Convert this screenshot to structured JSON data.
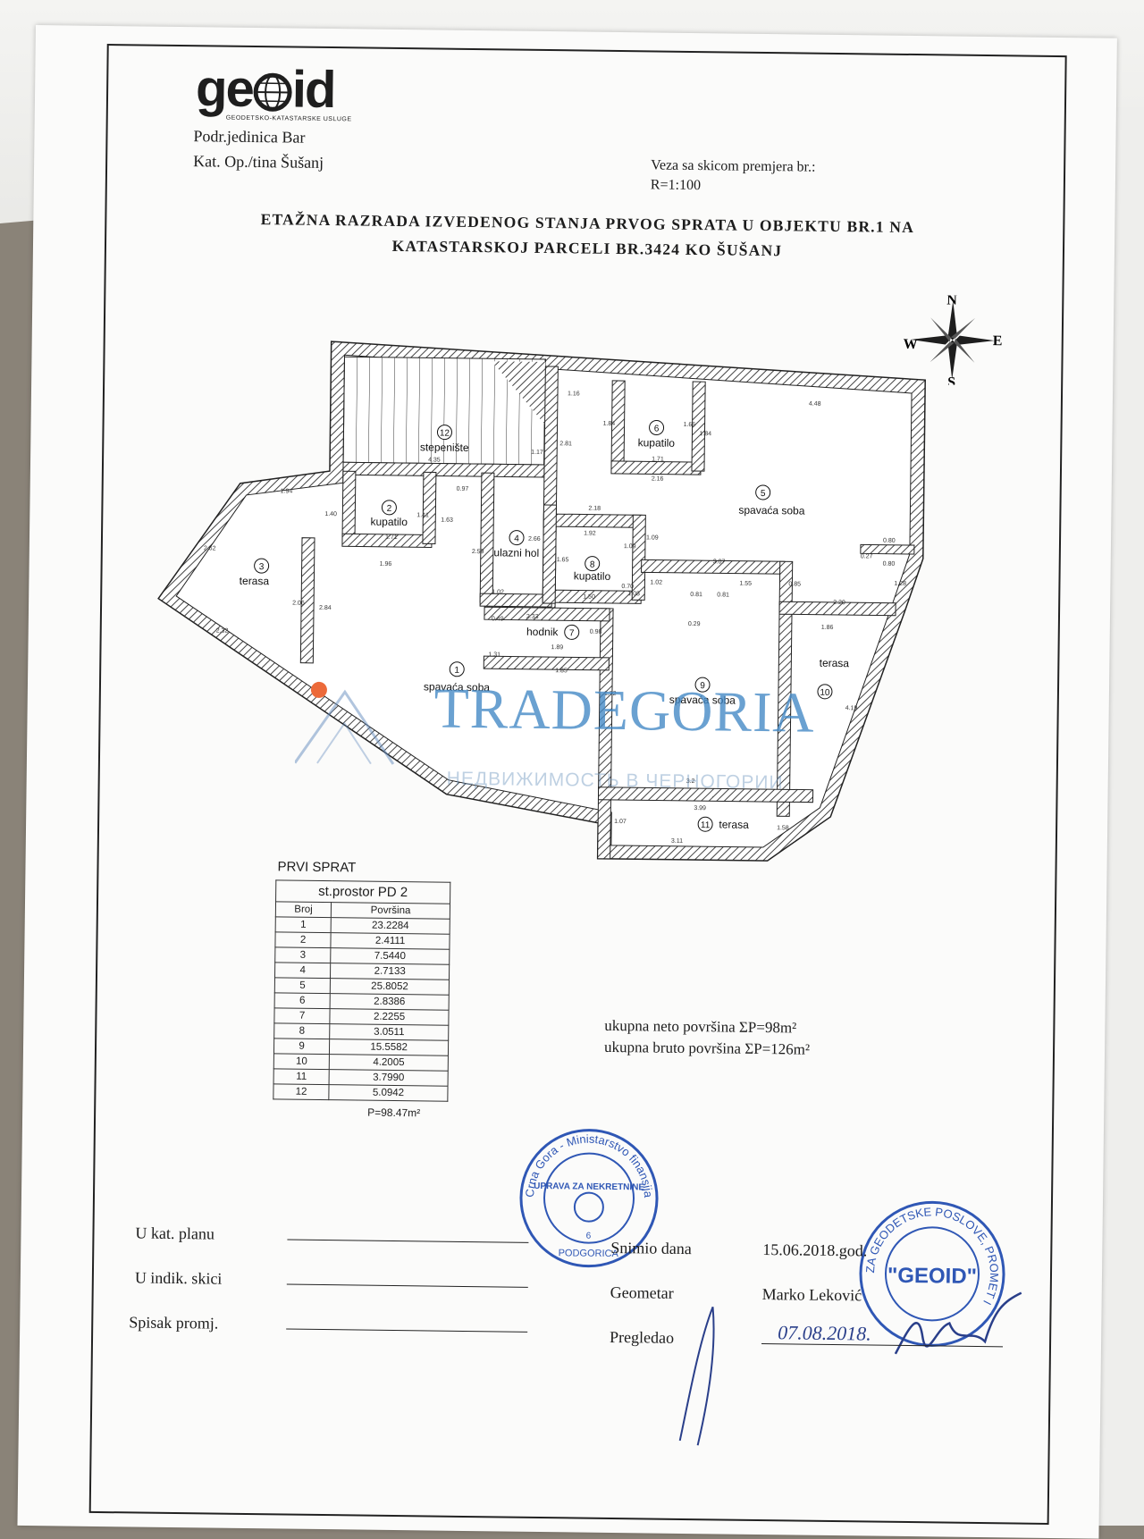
{
  "logo": {
    "word_left": "ge",
    "word_right": "id",
    "tagline": "GEODETSKO-KATASTARSKE USLUGE"
  },
  "header": {
    "unit": "Podr.jedinica Bar",
    "municipality": "Kat. Op./tina Šušanj",
    "sketch_ref": "Veza sa skicom premjera br.:",
    "scale": "R=1:100"
  },
  "title": {
    "line1": "ETAŽNA RAZRADA IZVEDENOG STANJA PRVOG SPRATA U OBJEKTU BR.1 NA",
    "line2": "KATASTARSKOJ PARCELI BR.3424 KO ŠUŠANJ"
  },
  "compass": {
    "n": "N",
    "s": "S",
    "e": "E",
    "w": "W"
  },
  "rooms": [
    {
      "num": "1",
      "name": "spavaća soba"
    },
    {
      "num": "2",
      "name": "kupatilo"
    },
    {
      "num": "3",
      "name": "terasa"
    },
    {
      "num": "4",
      "name": "ulazni hol"
    },
    {
      "num": "5",
      "name": "spavaća soba"
    },
    {
      "num": "6",
      "name": "kupatilo"
    },
    {
      "num": "7",
      "name": "hodnik"
    },
    {
      "num": "8",
      "name": "kupatilo"
    },
    {
      "num": "9",
      "name": "spavaća soba"
    },
    {
      "num": "10",
      "name": "terasa"
    },
    {
      "num": "11",
      "name": "terasa"
    },
    {
      "num": "12",
      "name": "stepenište"
    }
  ],
  "dimensions": [
    "1.16",
    "1.84",
    "1.66",
    "1.84",
    "1.71",
    "2.16",
    "4.48",
    "2.81",
    "1.17",
    "4.35",
    "1.94",
    "1.40",
    "1.41",
    "1.63",
    "0.97",
    "2.62",
    "1.71",
    "1.96",
    "2.18",
    "1.92",
    "1.09",
    "1.09",
    "3.07",
    "0.80",
    "0.80",
    "2.06",
    "2.84",
    "2.59",
    "2.66",
    "1.65",
    "1.50",
    "0.70",
    "1.02",
    "0.81",
    "0.81",
    "1.55",
    "2.20",
    "1.28",
    "2.32",
    "1.02",
    "0.49",
    "2.33",
    "0.98",
    "1.89",
    "1.08",
    "0.29",
    "1.86",
    "1.31",
    "1.85",
    "1.72",
    "4.19",
    "3.99",
    "3.11",
    "1.07",
    "1.58",
    "0.85",
    "0.27",
    "3.2"
  ],
  "table": {
    "heading": "PRVI SPRAT",
    "caption": "st.prostor PD 2",
    "col_no": "Broj",
    "col_area": "Površina",
    "rows": [
      [
        "1",
        "23.2284"
      ],
      [
        "2",
        "2.4111"
      ],
      [
        "3",
        "7.5440"
      ],
      [
        "4",
        "2.7133"
      ],
      [
        "5",
        "25.8052"
      ],
      [
        "6",
        "2.8386"
      ],
      [
        "7",
        "2.2255"
      ],
      [
        "8",
        "3.0511"
      ],
      [
        "9",
        "15.5582"
      ],
      [
        "10",
        "4.2005"
      ],
      [
        "11",
        "3.7990"
      ],
      [
        "12",
        "5.0942"
      ]
    ],
    "total": "P=98.47m²"
  },
  "totals": {
    "neto": "ukupna neto površina ΣP=98m²",
    "bruto": "ukupna bruto površina ΣP=126m²"
  },
  "footer": {
    "kat_plan": "U kat. planu",
    "indik": "U indik. skici",
    "spisak": "Spisak promj.",
    "snimio": "Snimio dana",
    "date": "15.06.2018.god.",
    "geometar": "Geometar",
    "geometar_name": "Marko Leković",
    "pregledao": "Pregledao",
    "review_date": "07.08.2018."
  },
  "stamps": {
    "ministry": "Crna Gora - Ministarstvo finansija",
    "ministry_inner": "UPRAVA ZA NEKRETNINE",
    "ministry_city": "PODGORICA",
    "ministry_num": "6",
    "geoid_ring": "ZA GEODETSKE POSLOVE, PROMET I",
    "geoid_center": "\"GEOID\""
  },
  "watermark": {
    "brand": "TRADEGORIA",
    "sub": "НЕДВИЖИМОСТЬ В ЧЕРНОГОРИИ"
  }
}
